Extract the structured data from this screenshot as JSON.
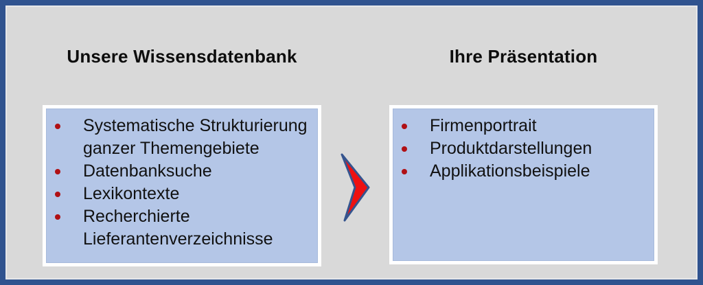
{
  "slide": {
    "left_panel": {
      "heading": "Unsere Wissensdatenbank",
      "items": [
        "Systematische Strukturierung ganzer Themengebiete",
        "Datenbanksuche",
        "Lexikontexte",
        "Recherchierte Lieferantenverzeichnisse"
      ]
    },
    "right_panel": {
      "heading": "Ihre Präsentation",
      "items": [
        "Firmenportrait",
        "Produktdarstellungen",
        "Applikationsbeispiele"
      ]
    },
    "icons": {
      "between_panels": "chevron-right-icon",
      "list_marker": "bullet-icon"
    },
    "colors": {
      "frame_blue": "#30538F",
      "background_gray": "#D9D9D9",
      "panel_fill_blue": "#B4C6E7",
      "panel_border_white": "#FFFFFF",
      "bullet_red": "#B01015",
      "chevron_red": "#EE1111",
      "chevron_outline_blue": "#35548E",
      "text_black": "#0D0D0D"
    }
  }
}
